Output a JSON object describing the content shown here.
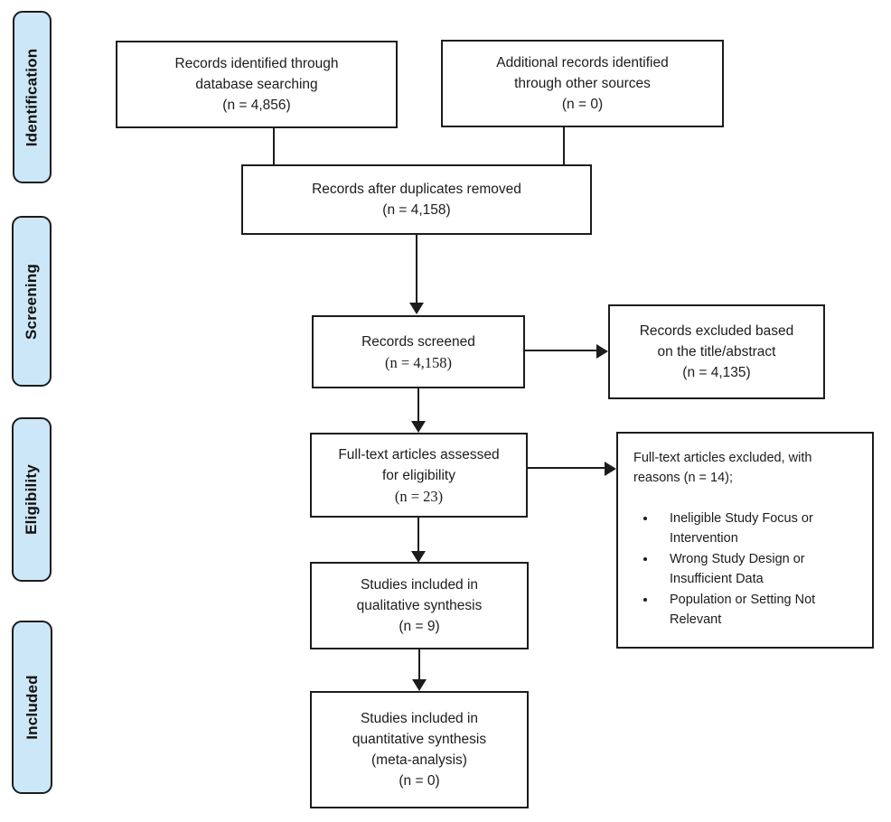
{
  "diagram": {
    "type": "PRISMA flow diagram",
    "accent_fill": "#cbe7f8",
    "line_color": "#1c1c1c"
  },
  "sidebar": {
    "stages": [
      {
        "label": "Identification"
      },
      {
        "label": "Screening"
      },
      {
        "label": "Eligibility"
      },
      {
        "label": "Included"
      }
    ]
  },
  "boxes": {
    "identified": {
      "lines": [
        "Records identified through",
        "database searching",
        "(n = 4,856)"
      ]
    },
    "additional": {
      "lines": [
        "Additional records identified",
        "through other sources",
        "(n = 0)"
      ]
    },
    "duplicates_removed": {
      "lines": [
        "Records after duplicates removed",
        "(n = 4,158)"
      ]
    },
    "screened": {
      "lines": [
        "Records screened",
        "(n = 4,158)"
      ]
    },
    "excluded_title_abstract": {
      "lines": [
        "Records excluded based",
        "on the title/abstract",
        "(n = 4,135)"
      ]
    },
    "fulltext_assessed": {
      "lines": [
        "Full-text articles assessed",
        "for eligibility",
        "(n = 23)"
      ]
    },
    "fulltext_excluded": {
      "header_lines": [
        "Full-text articles excluded, with",
        "reasons  (n = 14);"
      ],
      "bullets": [
        "Ineligible Study Focus or Intervention",
        "Wrong Study Design or Insufficient Data",
        "Population or Setting Not Relevant"
      ]
    },
    "qualitative": {
      "lines": [
        "Studies included in",
        "qualitative synthesis",
        "(n = 9)"
      ]
    },
    "quantitative": {
      "lines": [
        "Studies included in",
        "quantitative synthesis",
        "(meta-analysis)",
        "(n = 0)"
      ]
    }
  }
}
